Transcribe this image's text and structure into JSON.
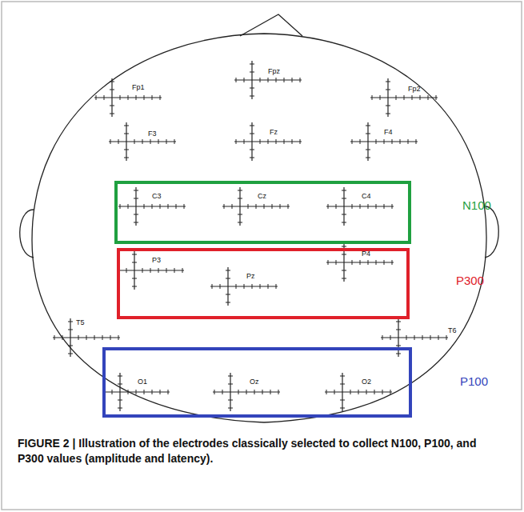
{
  "diagram": {
    "caption": "FIGURE 2 | Illustration of the electrodes classically selected to collect N100, P100, and P300 values (amplitude and latency).",
    "nodes": [
      {
        "text": [
          "C3",
          "Cz",
          "C4",
          "N100"
        ]
      },
      {
        "text": [
          "P3",
          "Pz",
          "P4",
          "P300"
        ]
      },
      {
        "text": [
          "O1",
          "Oz",
          "O2",
          "P100"
        ]
      }
    ],
    "labels": [
      "Fp1",
      "Fpz",
      "Fp2",
      "F3",
      "Fz",
      "F4",
      "T5",
      "T6"
    ]
  }
}
